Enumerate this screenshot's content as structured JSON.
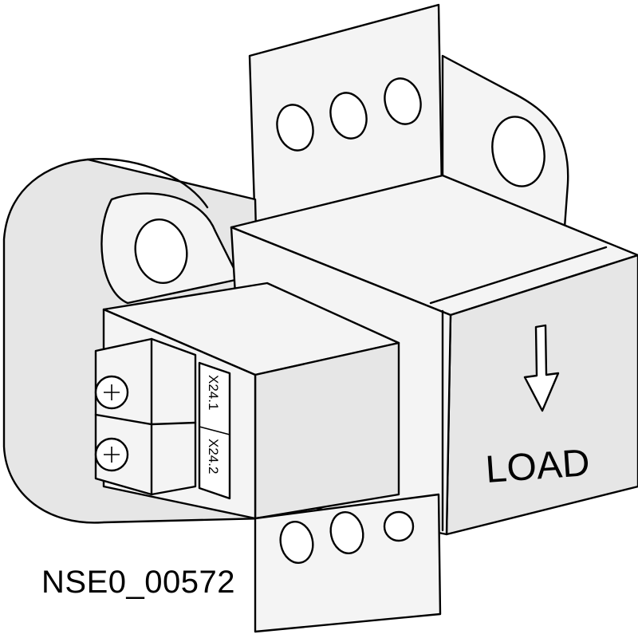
{
  "diagram": {
    "direction_label": "LOAD",
    "terminal_1_label": "X24.1",
    "terminal_2_label": "X24.2",
    "figure_id": "NSE0_00572",
    "direction_icon": "arrow-down-icon",
    "terminal_icon": "screw-icon",
    "colors": {
      "line": "#000000",
      "face": "#f4f4f4",
      "shade": "#e6e6e6",
      "background": "#ffffff"
    }
  }
}
